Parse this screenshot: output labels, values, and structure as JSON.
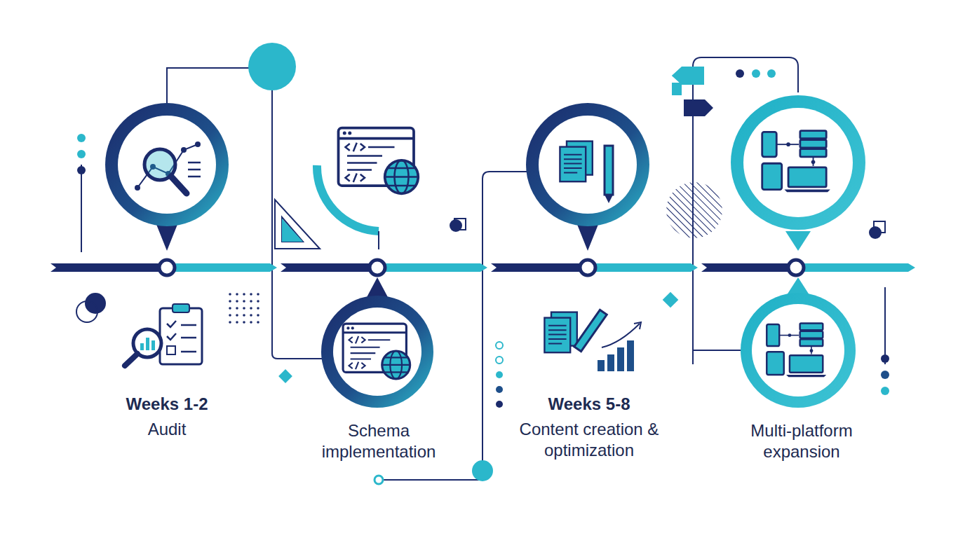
{
  "diagram": {
    "labels": [
      "Weeks 1-2",
      "Audit",
      "Schema implementation",
      "Weeks 5-8",
      "Content creation & optimization",
      "Multi-platform expansion"
    ]
  }
}
